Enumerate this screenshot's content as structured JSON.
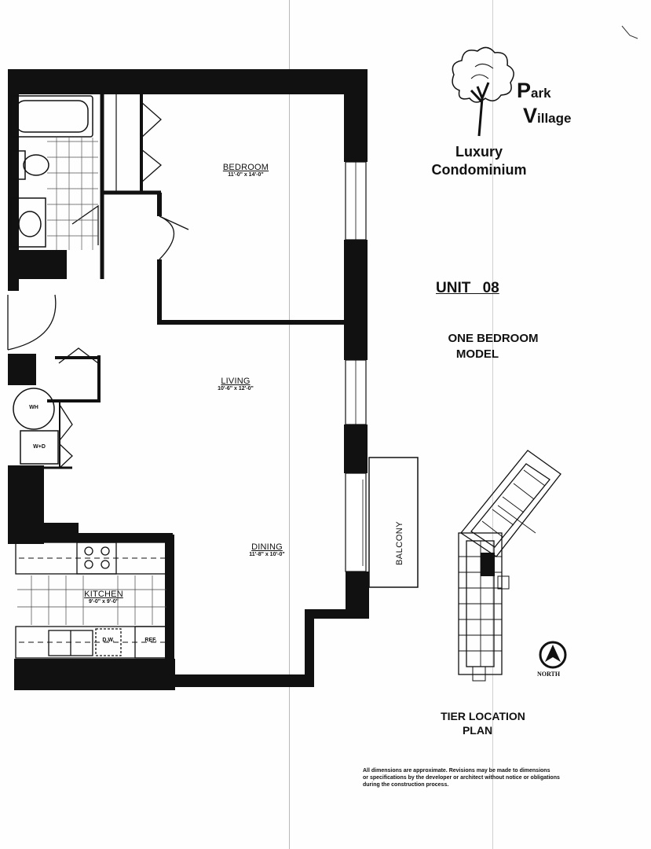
{
  "brand": {
    "name_part1_initial": "P",
    "name_part1_rest": "ark",
    "name_part2_initial": "V",
    "name_part2_rest": "illage",
    "subtitle_line1": "Luxury",
    "subtitle_line2": "Condominium"
  },
  "unit": {
    "title": "UNIT 08",
    "model_line1": "ONE BEDROOM",
    "model_line2": "MODEL"
  },
  "rooms": {
    "bedroom": {
      "name": "BEDROOM",
      "dims": "11'-0\" x 14'-0\""
    },
    "living": {
      "name": "LIVING",
      "dims": "10'-6\" x 12'-0\""
    },
    "dining": {
      "name": "DINING",
      "dims": "11'-8\" x 10'-0\""
    },
    "kitchen": {
      "name": "KITCHEN",
      "dims": "9'-0\" x 9'-0\""
    },
    "balcony": {
      "name": "BALCONY"
    }
  },
  "fixtures": {
    "water_heater": "WH",
    "washer_dryer": "W+D",
    "dishwasher": "D.W.",
    "refrigerator": "REF."
  },
  "tier_plan": {
    "title_line1": "TIER LOCATION",
    "title_line2": "PLAN",
    "north_label": "NORTH"
  },
  "disclaimer": {
    "line1": "All dimensions are approximate.  Revisions may be made to dimensions",
    "line2": "or specifications by the developer or architect without notice or obligations",
    "line3": "during the construction process."
  }
}
